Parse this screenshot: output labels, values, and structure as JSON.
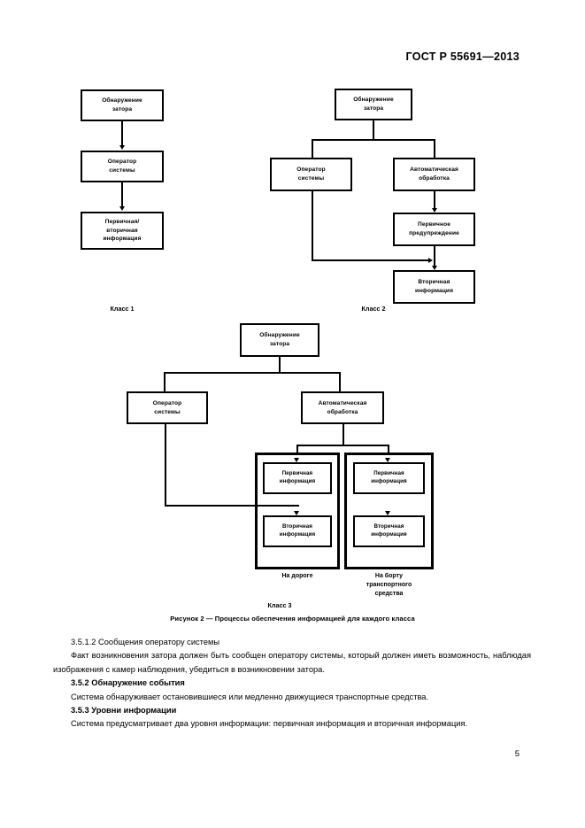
{
  "header": {
    "standard": "ГОСТ Р 55691—2013"
  },
  "figure": {
    "caption": "Рисунок 2 — Процессы обеспечения информацией для каждого класса",
    "class1": {
      "label": "Класс 1",
      "boxes": {
        "detect": "Обнаружение\nзатора",
        "operator": "Оператор\nсистемы",
        "info": "Первичная/\nвторичная\nинформация"
      }
    },
    "class2": {
      "label": "Класс 2",
      "boxes": {
        "detect": "Обнаружение\nзатора",
        "operator": "Оператор\nсистемы",
        "auto": "Автоматическая\nобработка",
        "primary_warning": "Первичное\nпредупреждение",
        "secondary_info": "Вторичная\nинформация"
      }
    },
    "class3": {
      "label": "Класс 3",
      "boxes": {
        "detect": "Обнаружение\nзатора",
        "operator": "Оператор\nсистемы",
        "auto": "Автоматическая\nобработка",
        "road_primary": "Первичная\nинформация",
        "road_secondary": "Вторичная\nинформация",
        "vehicle_primary": "Первичная\nинформация",
        "vehicle_secondary": "Вторичная\nинформация"
      },
      "group_labels": {
        "road": "На дороге",
        "vehicle": "На борту\nтранспортного\nсредства"
      }
    }
  },
  "body": {
    "p1_heading": "3.5.1.2 Сообщения оператору системы",
    "p1_text": "Факт возникновения затора должен быть сообщен оператору системы, который должен иметь воз­можность, наблюдая изображения с камер наблюдения, убедиться в возникновении затора.",
    "p2_heading": "3.5.2 Обнаружение события",
    "p2_text": "Система обнаруживает остановившиеся или медленно движущиеся транспортные средства.",
    "p3_heading": "3.5.3 Уровни информации",
    "p3_text": "Система предусматривает два уровня информации: первичная информация и вторичная инфор­мация."
  },
  "footer": {
    "page_number": "5"
  }
}
